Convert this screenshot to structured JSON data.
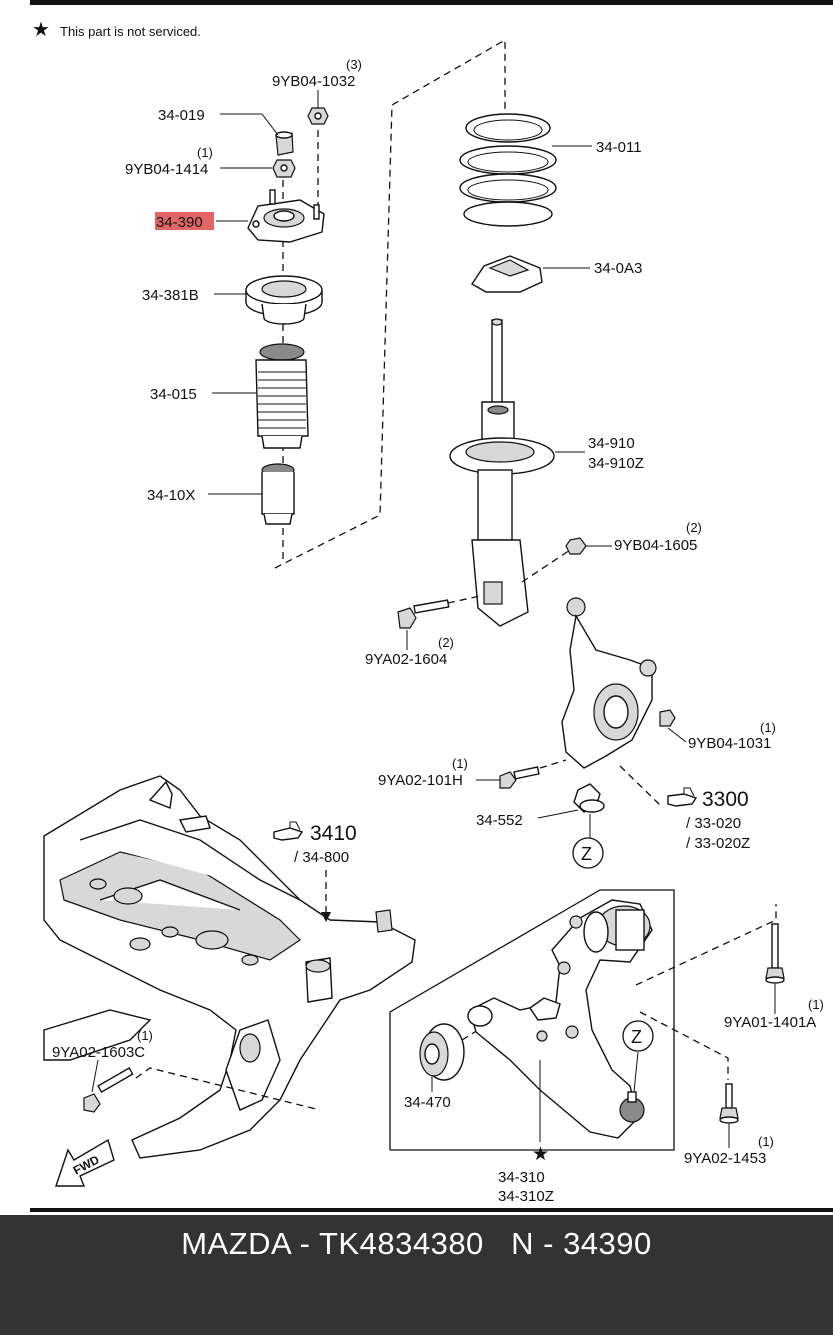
{
  "notice": "This part is not serviced.",
  "labels": {
    "l_34019": "34-019",
    "l_9yb04_1032": "9YB04-1032",
    "q_9yb04_1032": "(3)",
    "l_9yb04_1414": "9YB04-1414",
    "q_9yb04_1414": "(1)",
    "l_34390": "34-390",
    "l_34381b": "34-381B",
    "l_34015": "34-015",
    "l_3410x": "34-10X",
    "l_34011": "34-011",
    "l_340a3": "34-0A3",
    "l_34910": "34-910",
    "l_34910z": "34-910Z",
    "l_9yb04_1605": "9YB04-1605",
    "q_9yb04_1605": "(2)",
    "l_9ya02_1604": "9YA02-1604",
    "q_9ya02_1604": "(2)",
    "l_9yb04_1031": "9YB04-1031",
    "q_9yb04_1031": "(1)",
    "l_9ya02_101h": "9YA02-101H",
    "q_9ya02_101h": "(1)",
    "l_3300": "3300",
    "l_33020": "/ 33-020",
    "l_33020z": "/ 33-020Z",
    "l_34552": "34-552",
    "l_z1": "Z",
    "l_3410": "3410",
    "l_34800": "/ 34-800",
    "l_9ya02_1603c": "9YA02-1603C",
    "q_9ya02_1603c": "(1)",
    "l_34470": "34-470",
    "l_z2": "Z",
    "l_9ya01_1401a": "9YA01-1401A",
    "q_9ya01_1401a": "(1)",
    "l_9ya02_1453": "9YA02-1453",
    "q_9ya02_1453": "(1)",
    "l_34310": "34-310",
    "l_34310z": "34-310Z",
    "l_fwd": "FWD"
  },
  "highlight_color": "#e05555",
  "footer": {
    "text": "MAZDA - TK4834380   N - 34390",
    "background": "#333333",
    "color": "#ffffff"
  }
}
